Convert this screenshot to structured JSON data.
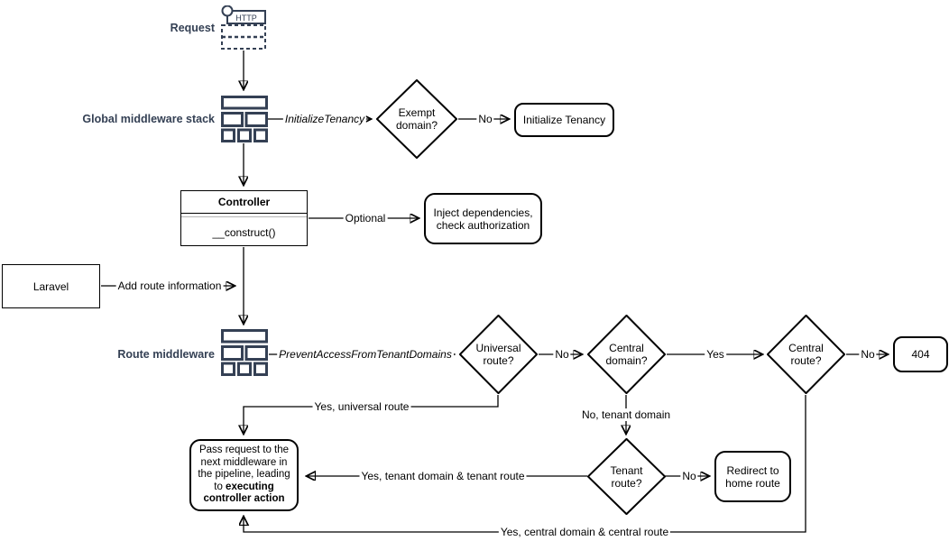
{
  "colors": {
    "accent": "#344054"
  },
  "labels": {
    "request": "Request",
    "global_middleware_stack": "Global middleware stack",
    "route_middleware": "Route middleware"
  },
  "icons": {
    "request_http_text": "HTTP"
  },
  "uml_controller": {
    "title": "Controller",
    "method": "__construct()"
  },
  "nodes": {
    "laravel": "Laravel",
    "initialize_tenancy": "Initialize Tenancy",
    "inject_dependencies": "Inject dependencies, check authorization",
    "not_found": "404",
    "redirect_home": "Redirect to home route",
    "pass_request_normal": "Pass request to the next middleware in the pipeline, leading to ",
    "pass_request_bold": "executing controller action"
  },
  "decisions": {
    "exempt_domain": "Exempt domain?",
    "universal_route": "Universal route?",
    "central_domain": "Central domain?",
    "central_route": "Central route?",
    "tenant_route": "Tenant route?"
  },
  "edge_labels": {
    "initialize_tenancy_mw": "InitializeTenancy",
    "exempt_no": "No",
    "optional": "Optional",
    "add_route_information": "Add route information",
    "prevent_access": "PreventAccessFromTenantDomains",
    "universal_no": "No",
    "central_domain_yes": "Yes",
    "central_route_no": "No",
    "yes_universal_route": "Yes, universal route",
    "no_tenant_domain": "No, tenant domain",
    "yes_tenant_route": "Yes, tenant domain & tenant route",
    "tenant_no": "No",
    "yes_central_route": "Yes, central domain & central route"
  }
}
